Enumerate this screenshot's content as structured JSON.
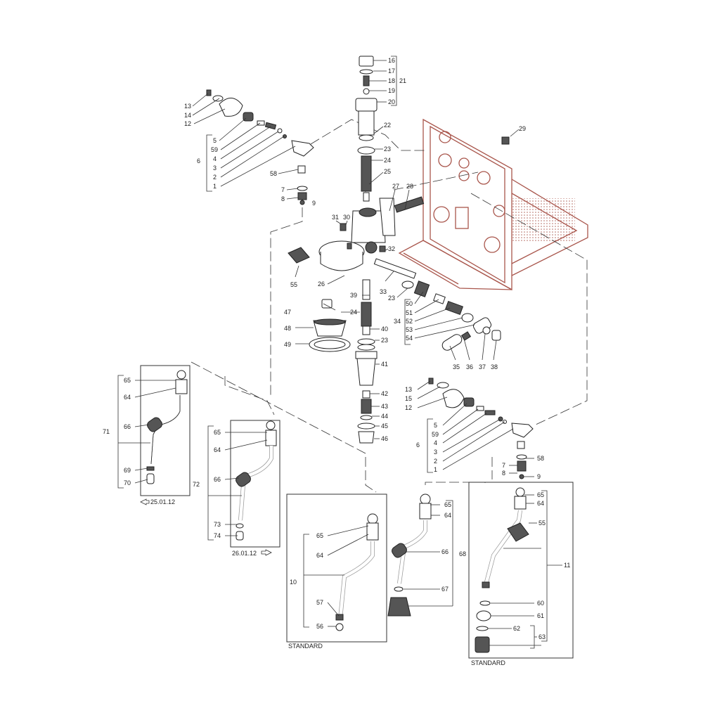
{
  "diagram": {
    "colors": {
      "frame": "#a9564c",
      "lines": "#333333"
    },
    "labels": {
      "p13a": "13",
      "p14": "14",
      "p12a": "12",
      "p5a": "5",
      "p59a": "59",
      "p4a": "4",
      "p3a": "3",
      "p2a": "2",
      "p1a": "1",
      "g6a": "6",
      "p58a": "58",
      "p7a": "7",
      "p8a": "8",
      "p9a": "9",
      "p16": "16",
      "p17": "17",
      "p18": "18",
      "p19": "19",
      "p20": "20",
      "g21": "21",
      "p22": "22",
      "p23a": "23",
      "p24a": "24",
      "p25": "25",
      "p27": "27",
      "p28": "28",
      "p29": "29",
      "p31": "31",
      "p30": "30",
      "p32": "32",
      "p55a": "55",
      "p26": "26",
      "p33": "33",
      "p23b": "23",
      "p39": "39",
      "p50": "50",
      "p51": "51",
      "p52": "52",
      "p53": "53",
      "p54": "54",
      "g34": "34",
      "p47": "47",
      "p48": "48",
      "p49": "49",
      "p24b": "24",
      "p40": "40",
      "p23c": "23",
      "p41": "41",
      "p35": "35",
      "p36": "36",
      "p37": "37",
      "p38": "38",
      "p42": "42",
      "p43": "43",
      "p44": "44",
      "p45": "45",
      "p46": "46",
      "p13b": "13",
      "p15": "15",
      "p12b": "12",
      "p5b": "5",
      "p59b": "59",
      "p4b": "4",
      "p3b": "3",
      "p2b": "2",
      "p1b": "1",
      "g6b": "6",
      "p7b": "7",
      "p8b": "8",
      "p58b": "58",
      "p9b": "9",
      "p65a": "65",
      "p64a": "64",
      "p66a": "66",
      "g71": "71",
      "p69": "69",
      "p70": "70",
      "p65b": "65",
      "p64b": "64",
      "p66b": "66",
      "g72": "72",
      "p73": "73",
      "p74": "74",
      "p65c": "65",
      "p64c": "64",
      "g10": "10",
      "p57": "57",
      "p56": "56",
      "p65d": "65",
      "p64d": "64",
      "p66d": "66",
      "g68": "68",
      "p67": "67",
      "p65e": "65",
      "p64e": "64",
      "p55b": "55",
      "g11": "11",
      "p60": "60",
      "p61": "61",
      "p62": "62",
      "g63": "63"
    },
    "captions": {
      "date_a": "25.01.12",
      "date_b": "26.01.12",
      "standard_a": "STANDARD",
      "standard_b": "STANDARD"
    }
  }
}
